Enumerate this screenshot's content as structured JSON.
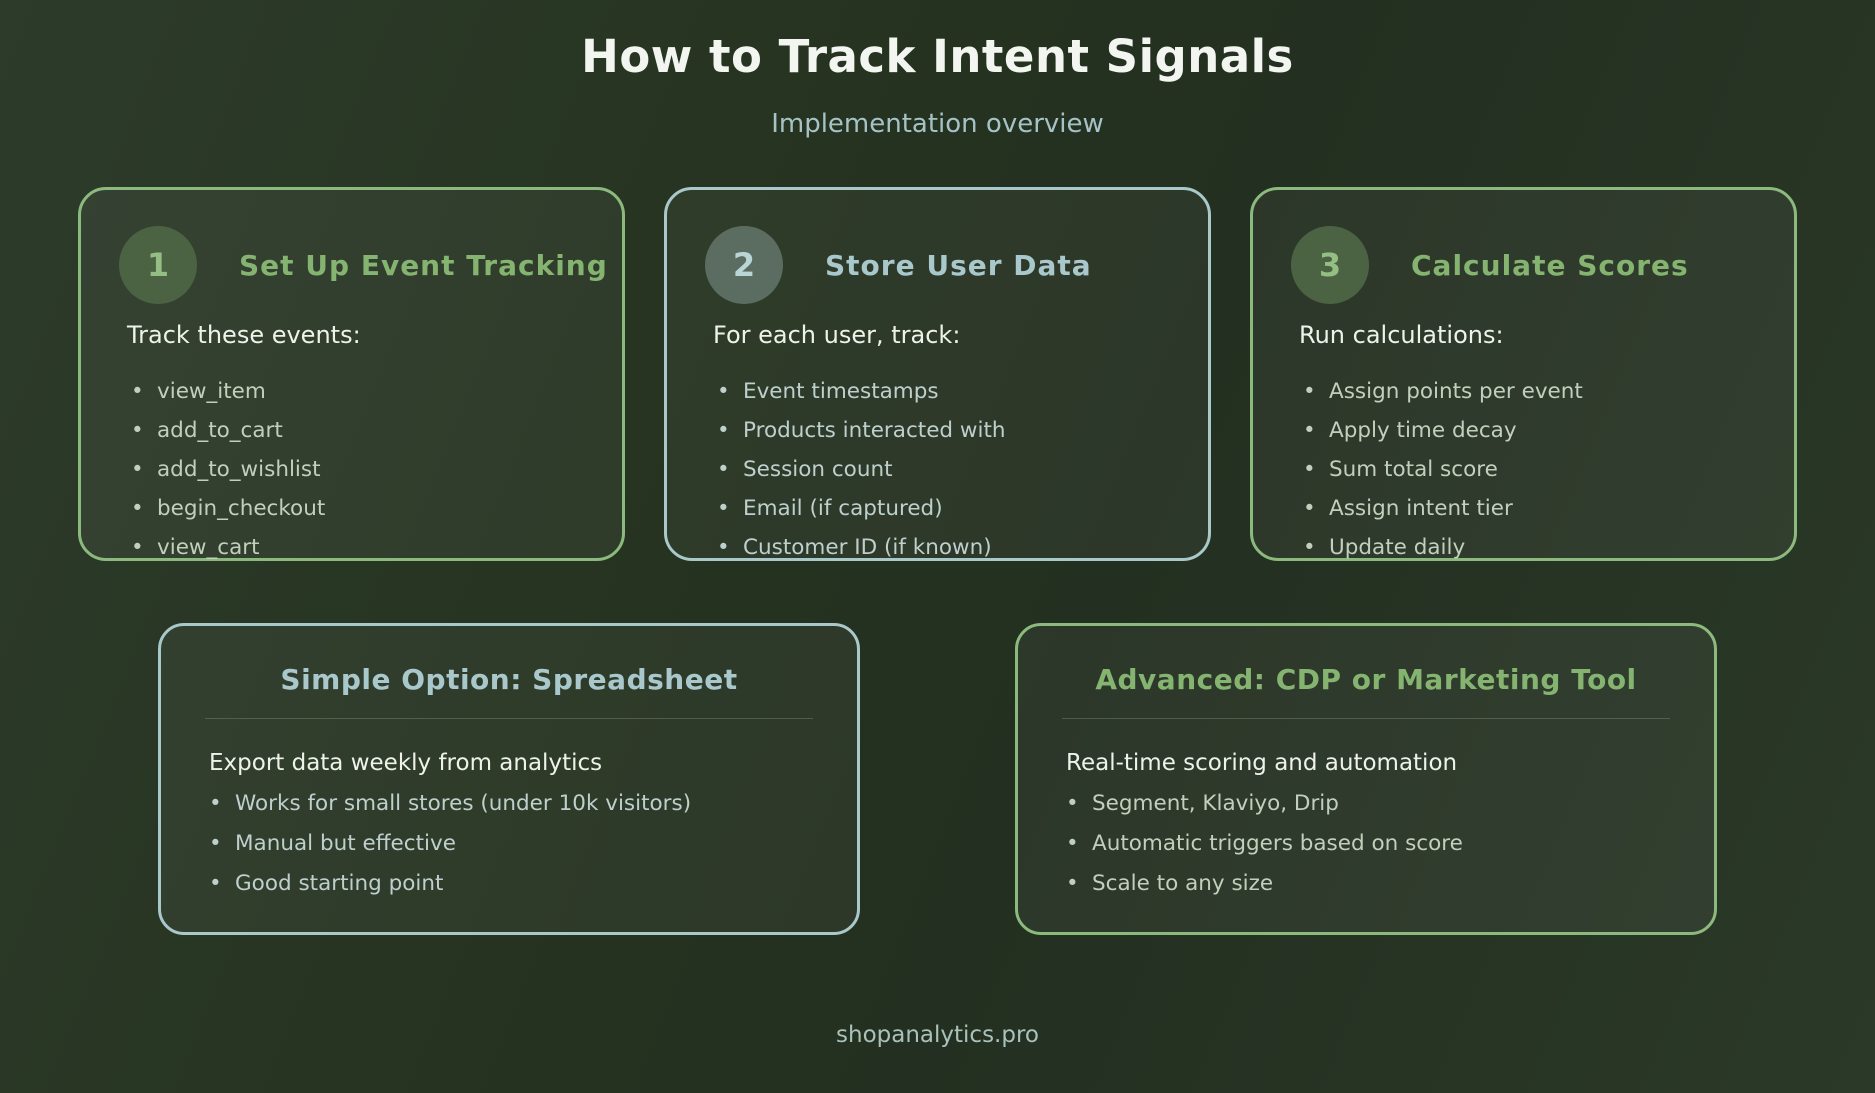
{
  "header": {
    "title": "How to Track Intent Signals",
    "subtitle": "Implementation overview"
  },
  "ui": {
    "bullet": "•"
  },
  "steps": [
    {
      "number": "1",
      "title": "Set Up Event Tracking",
      "intro": "Track these events:",
      "items": [
        "view_item",
        "add_to_cart",
        "add_to_wishlist",
        "begin_checkout",
        "view_cart"
      ]
    },
    {
      "number": "2",
      "title": "Store User Data",
      "intro": "For each user, track:",
      "items": [
        "Event timestamps",
        "Products interacted with",
        "Session count",
        "Email (if captured)",
        "Customer ID (if known)"
      ]
    },
    {
      "number": "3",
      "title": "Calculate Scores",
      "intro": "Run calculations:",
      "items": [
        "Assign points per event",
        "Apply time decay",
        "Sum total score",
        "Assign intent tier",
        "Update daily"
      ]
    }
  ],
  "options": [
    {
      "title": "Simple Option: Spreadsheet",
      "intro": "Export data weekly from analytics",
      "items": [
        "Works for small stores (under 10k visitors)",
        "Manual but effective",
        "Good starting point"
      ]
    },
    {
      "title": "Advanced: CDP or Marketing Tool",
      "intro": "Real-time scoring and automation",
      "items": [
        "Segment, Klaviyo, Drip",
        "Automatic triggers based on score",
        "Scale to any size"
      ]
    }
  ],
  "footer": {
    "site": "shopanalytics.pro"
  },
  "colors": {
    "background_dark": "#232f20",
    "background_light": "#2d3b2b",
    "accent_green": "#8cba7e",
    "accent_blue": "#a9c8c9",
    "title_green": "#85b471",
    "title_blue": "#a9c8cc",
    "badge_green_bg": "#4b6342",
    "badge_blue_bg": "#5a6d60",
    "text_white": "#eef3ea",
    "text_muted_green": "#c1d0bc",
    "text_muted_blue": "#bdd0cd",
    "footer_text": "#a9c2bb"
  }
}
